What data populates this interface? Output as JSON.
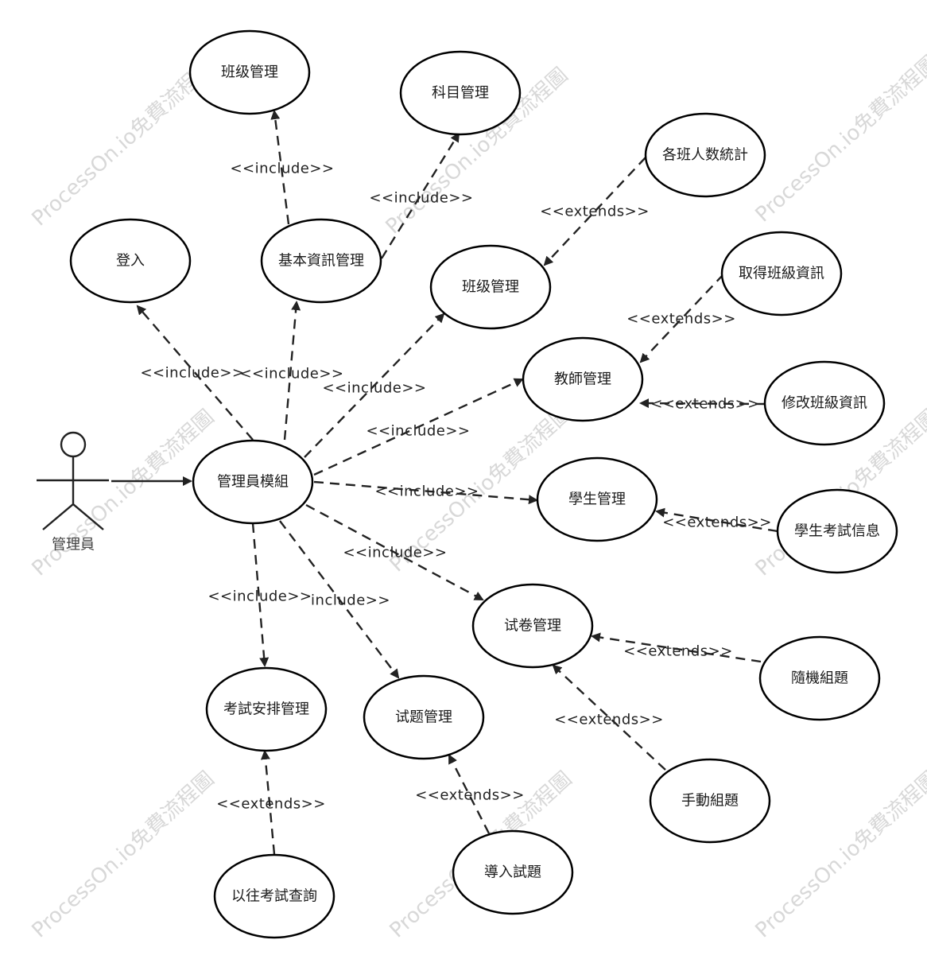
{
  "watermark": {
    "text": "ProcessOn.io免費流程圖",
    "color": "#d8d8d8"
  },
  "actor": {
    "label": "管理員"
  },
  "use_cases": {
    "class_mgmt_top": "班级管理",
    "subject_mgmt": "科目管理",
    "class_stats": "各班人数統計",
    "login": "登入",
    "basic_info_mgmt": "基本資訊管理",
    "class_mgmt": "班级管理",
    "get_class_info": "取得班級資訊",
    "teacher_mgmt": "教師管理",
    "modify_class_info": "修改班級資訊",
    "admin_module": "管理員模組",
    "student_mgmt": "學生管理",
    "student_exam_info": "學生考試信息",
    "paper_mgmt": "试卷管理",
    "random_compose": "隨機組題",
    "exam_schedule_mgmt": "考試安排管理",
    "question_mgmt": "试题管理",
    "manual_compose": "手動組題",
    "past_exam_query": "以往考試查詢",
    "import_questions": "導入試題"
  },
  "relations": {
    "r1": "<<include>>",
    "r2": "<<include>>",
    "r3": "<<extends>>",
    "r4": "<<include>>",
    "r5": "<<include>>",
    "r6": "<<include>>",
    "r7": "<<extends>>",
    "r8": "<<include>>",
    "r9": "<<extends>>",
    "r10": "<<include>>",
    "r11": "<<extends>>",
    "r12": "<<include>>",
    "r13": "<<extends>>",
    "r14": "<<include>>",
    "r15": "include>>",
    "r16": "<<extends>>",
    "r17": "<<extends>>",
    "r18": "<<extends>>"
  }
}
